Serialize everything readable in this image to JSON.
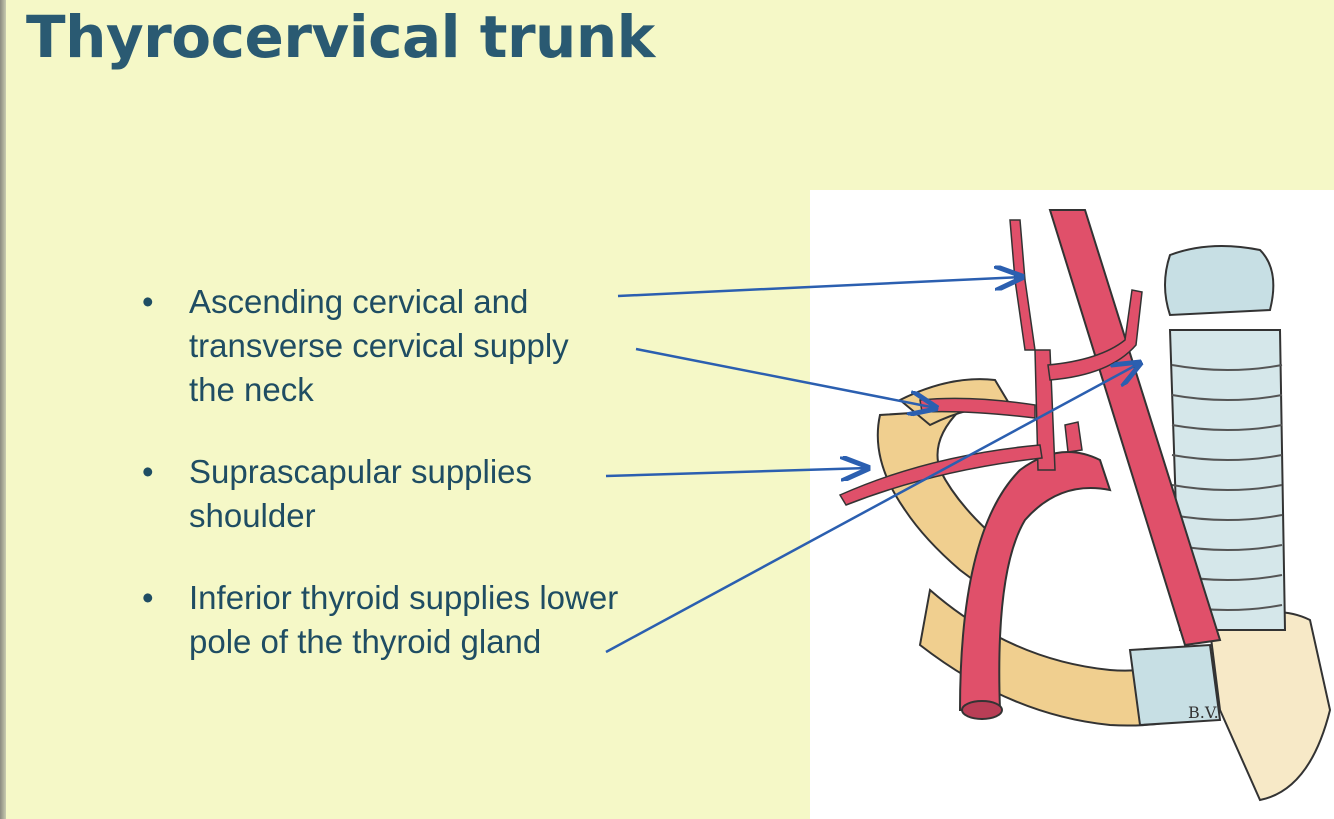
{
  "slide": {
    "title": "Thyrocervical trunk",
    "bullets": [
      "Ascending cervical and transverse cervical supply the neck",
      "Suprascapular supplies shoulder",
      "Inferior thyroid supplies lower pole of the thyroid gland"
    ],
    "illustration_signature": "B.V."
  },
  "colors": {
    "background": "#f5f8c7",
    "title": "#2a5a72",
    "text": "#1f4d63",
    "arrow": "#2b5fb0",
    "artery": "#e0506a",
    "bone": "#f0cf8f",
    "cartilage": "#c7dfe4"
  }
}
